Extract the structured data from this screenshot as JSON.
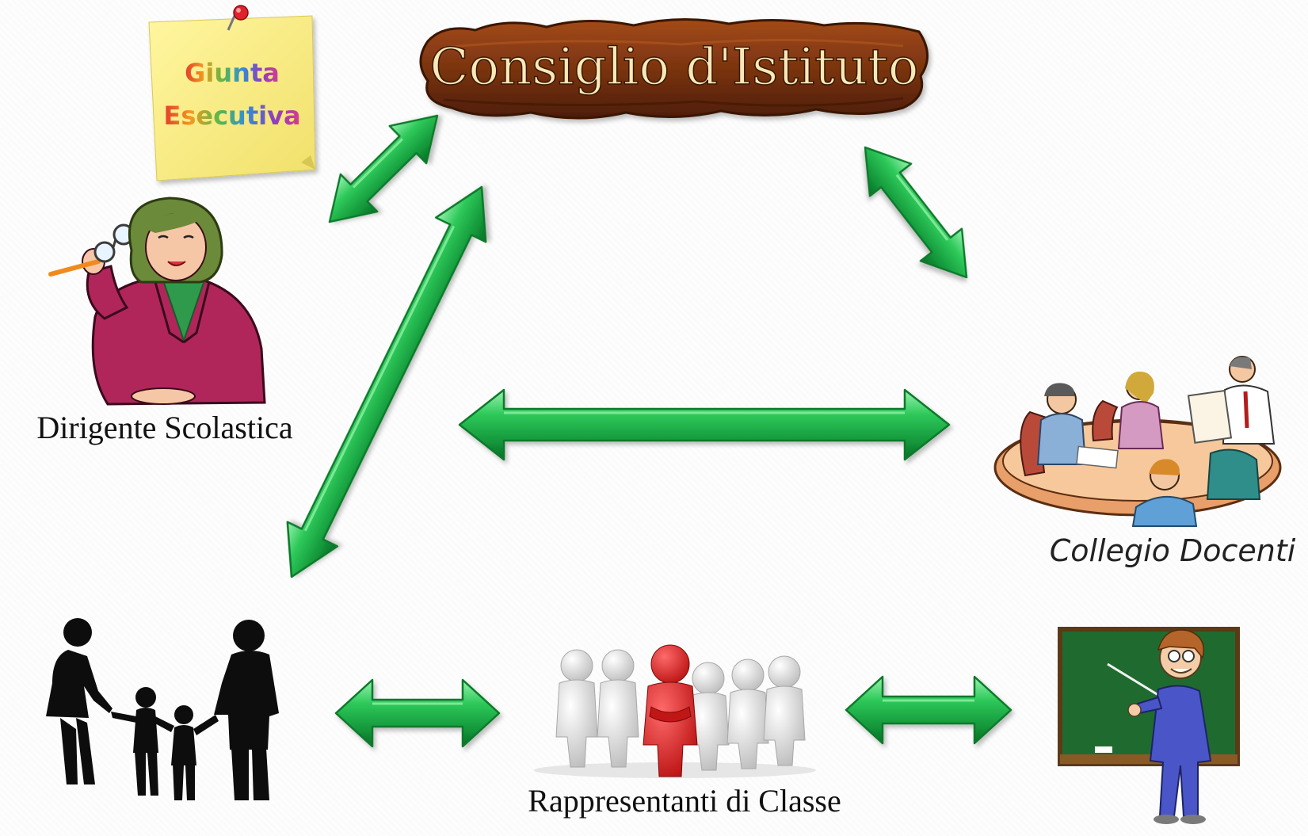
{
  "title": {
    "text": "Consiglio d'Istituto"
  },
  "note": {
    "line1": "Giunta",
    "line2": "Esecutiva"
  },
  "nodes": {
    "dirigente": {
      "label": "Dirigente Scolastica"
    },
    "collegio": {
      "label": "Collegio Docenti"
    },
    "rappresentanti": {
      "label": "Rappresentanti di Classe"
    }
  },
  "colors": {
    "arrow": "#1fae4b",
    "arrow_dark": "#0b7a2c",
    "arrow_light": "#8ff0a6",
    "title_board": "#7a3410",
    "title_text": "#f6e9b8",
    "note": "#fbf08a",
    "pin": "#e0222b",
    "chalkboard": "#1f6b2f",
    "leader_figure": "#d41f1f",
    "crowd_figure": "#d9d9d9"
  },
  "icons": [
    "sticky-note-icon",
    "pushpin-icon",
    "principal-woman-icon",
    "family-silhouette-icon",
    "team-group-icon",
    "teacher-meeting-icon",
    "teacher-chalkboard-icon"
  ]
}
